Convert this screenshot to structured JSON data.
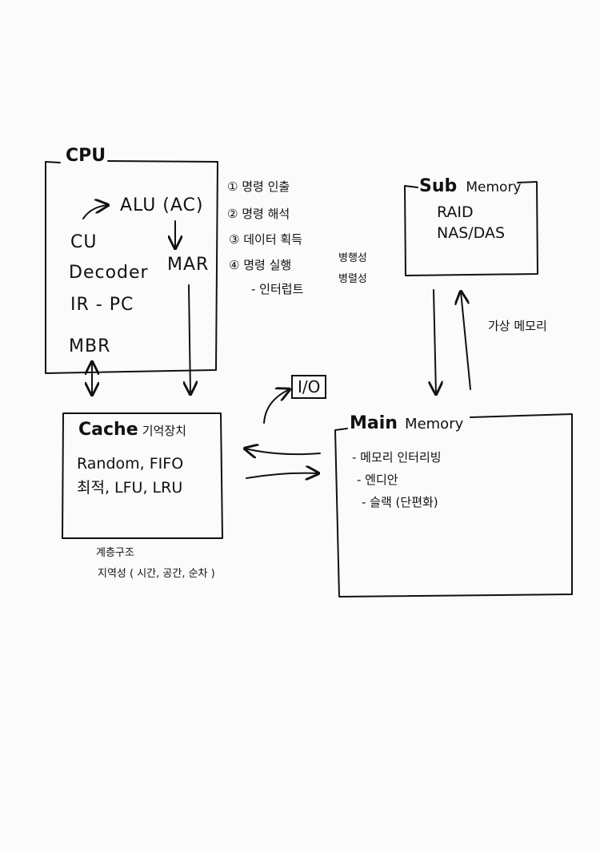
{
  "cpu": {
    "title": "CPU",
    "items": [
      "ALU (AC)",
      "CU",
      "Decoder",
      "IR - PC",
      "MBR",
      "MAR"
    ]
  },
  "instruction_cycle": [
    "① 명령 인출",
    "② 명령 해석",
    "③ 데이터 획득",
    "④ 명령 실행",
    "- 인터럽트"
  ],
  "processing_notes": [
    "병행성",
    "병렬성"
  ],
  "sub_memory": {
    "title_bold": "Sub",
    "title_rest": "Memory",
    "items": [
      "RAID",
      "NAS/DAS"
    ]
  },
  "virtual_memory_label": "가상 메모리",
  "io_label": "I/O",
  "cache": {
    "title_bold": "Cache",
    "title_rest": "기억장치",
    "items": [
      "Random, FIFO",
      "최적, LFU, LRU"
    ]
  },
  "cache_notes": [
    "계층구조",
    "지역성 ( 시간, 공간, 순차 )"
  ],
  "main_memory": {
    "title_bold": "Main",
    "title_rest": "Memory",
    "items": [
      "- 메모리 인터리빙",
      "- 엔디안",
      "- 슬랙 (단편화)"
    ]
  }
}
